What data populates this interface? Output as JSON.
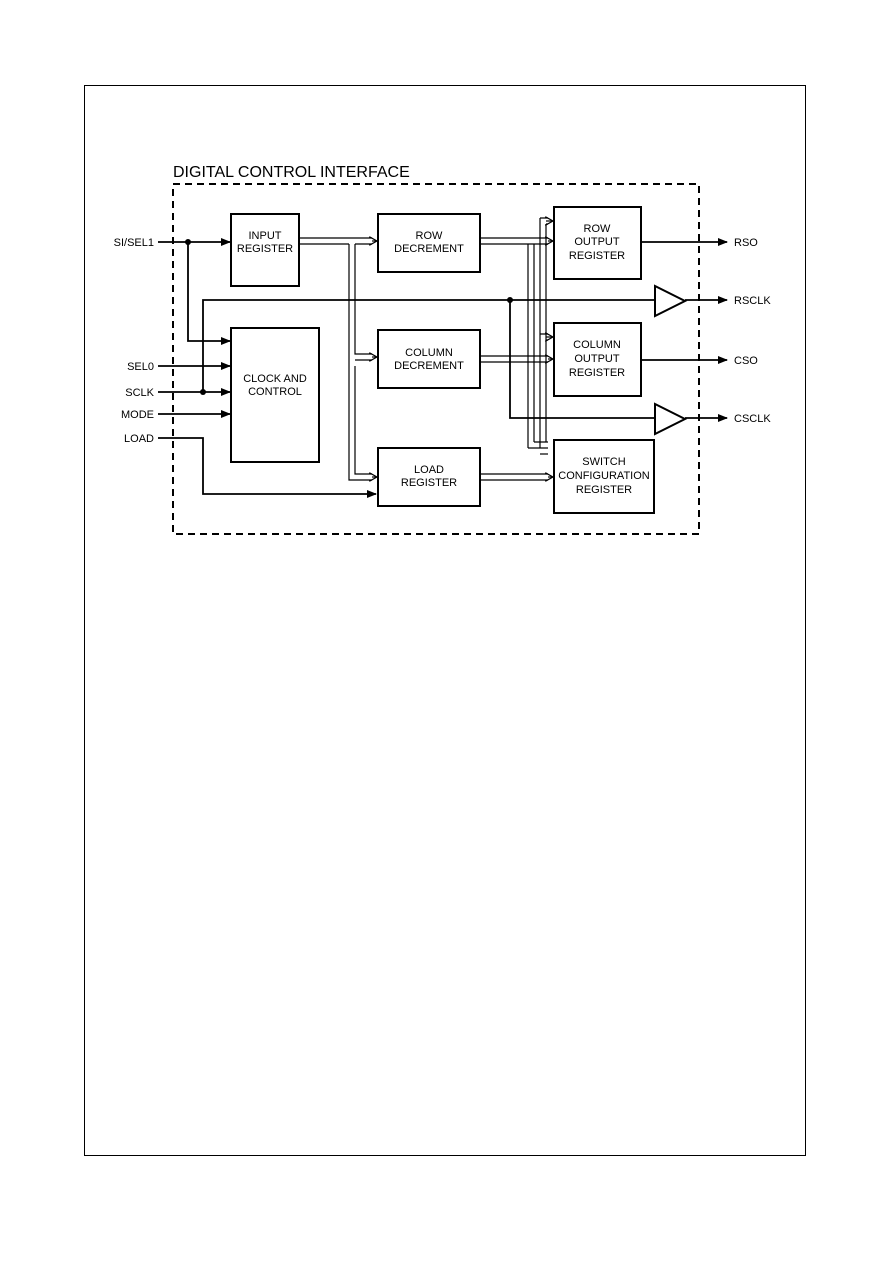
{
  "diagram": {
    "title": "DIGITAL CONTROL INTERFACE",
    "blocks": {
      "input_register": [
        "INPUT",
        "REGISTER"
      ],
      "clock_control": [
        "CLOCK AND",
        "CONTROL"
      ],
      "row_decrement": [
        "ROW",
        "DECREMENT"
      ],
      "column_decrement": [
        "COLUMN",
        "DECREMENT"
      ],
      "load_register": [
        "LOAD",
        "REGISTER"
      ],
      "row_output_register": [
        "ROW",
        "OUTPUT",
        "REGISTER"
      ],
      "column_output_register": [
        "COLUMN",
        "OUTPUT",
        "REGISTER"
      ],
      "switch_config_register": [
        "SWITCH",
        "CONFIGURATION",
        "REGISTER"
      ]
    },
    "inputs": {
      "si_sel1": "SI/SEL1",
      "sel0": "SEL0",
      "sclk": "SCLK",
      "mode": "MODE",
      "load": "LOAD"
    },
    "outputs": {
      "rso": "RSO",
      "rsclk": "RSCLK",
      "cso": "CSO",
      "csclk": "CSCLK"
    }
  }
}
